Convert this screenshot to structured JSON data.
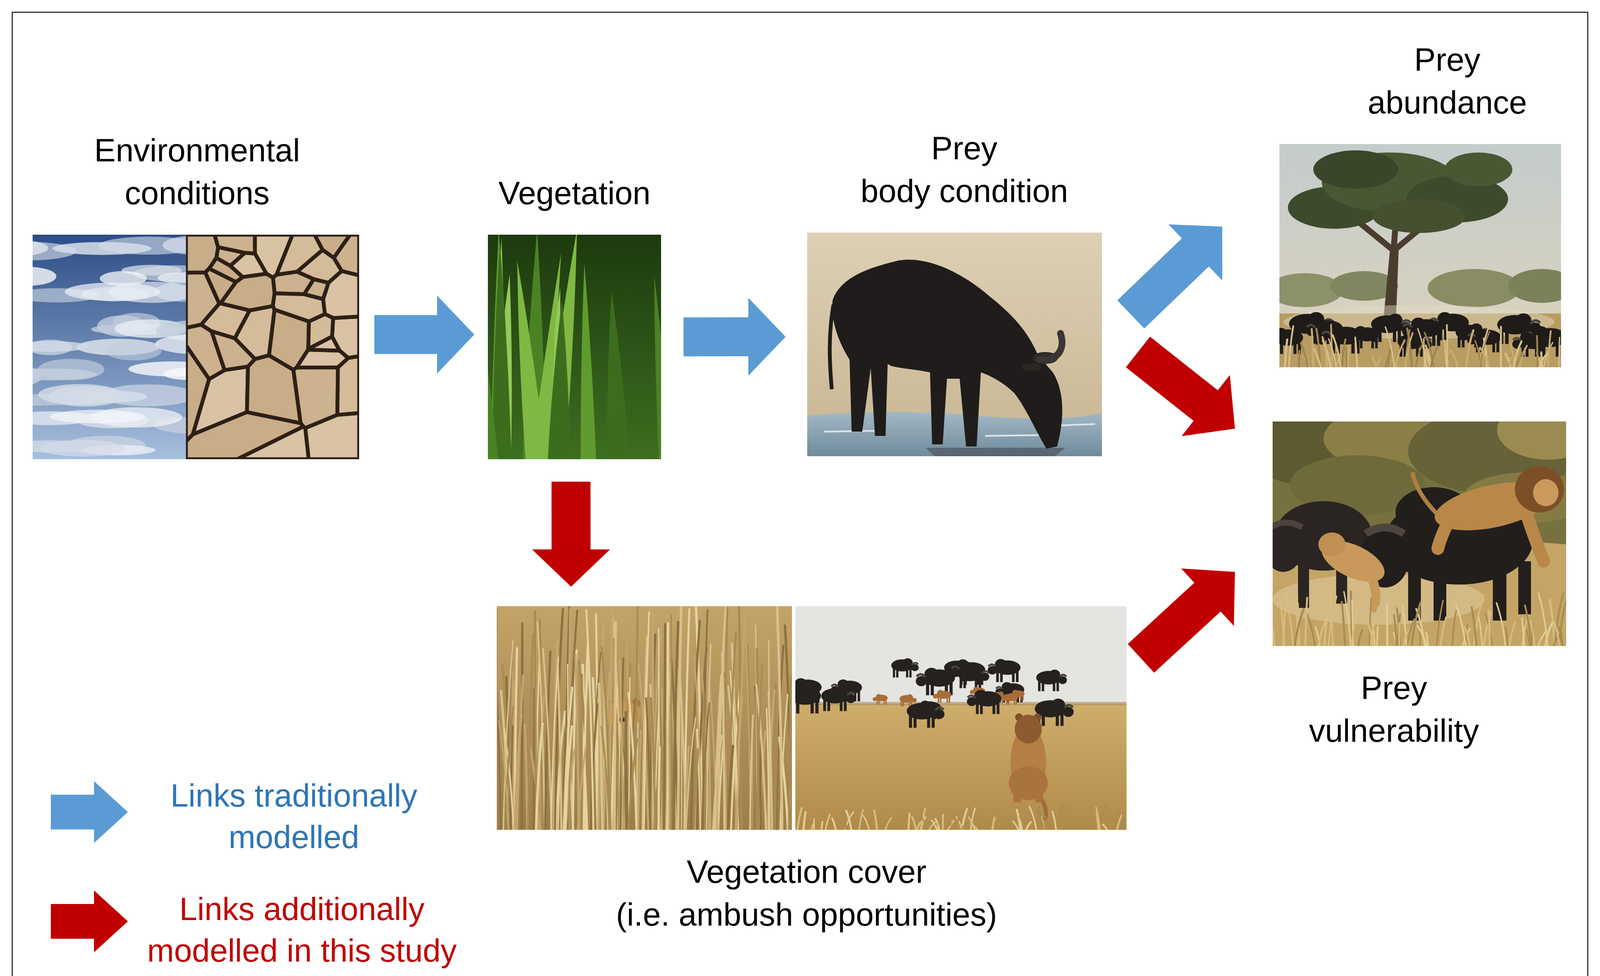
{
  "diagram": {
    "nodes": [
      {
        "text": [
          "Environmental conditions"
        ]
      },
      {
        "text": [
          "Vegetation"
        ]
      },
      {
        "text": [
          "Prey body condition"
        ]
      },
      {
        "text": [
          "Prey abundance"
        ]
      },
      {
        "text": [
          "Prey vulnerability"
        ]
      },
      {
        "text": [
          "Vegetation cover (i.e. ambush opportunities)"
        ]
      }
    ],
    "edges": [
      {
        "from": 0,
        "to": 1,
        "arrow": "to"
      },
      {
        "from": 1,
        "to": 2,
        "arrow": "to"
      },
      {
        "from": 2,
        "to": 3,
        "arrow": "to"
      },
      {
        "from": 2,
        "to": 4,
        "arrow": "to"
      },
      {
        "from": 1,
        "to": 5,
        "arrow": "to"
      },
      {
        "from": 5,
        "to": 4,
        "arrow": "to"
      }
    ],
    "legend": [
      {
        "text": "Links traditionally modelled",
        "color": "#5b9bd5"
      },
      {
        "text": "Links additionally modelled in this study",
        "color": "#c00000"
      }
    ]
  }
}
